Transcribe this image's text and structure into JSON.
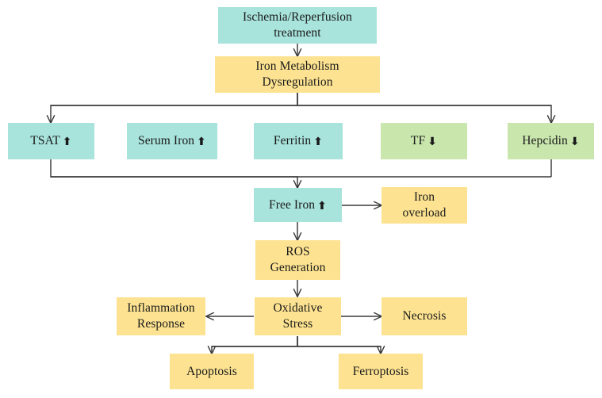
{
  "diagram": {
    "title": "Ischemia/Reperfusion iron metabolism dysregulation pathway",
    "colors": {
      "teal": "#a8e3dc",
      "yellow": "#fde391",
      "green": "#c9e7ad",
      "edge": "#3a3a3a",
      "text": "#1a1a1a",
      "background": "#ffffff"
    },
    "icons": {
      "up": "⬆",
      "down": "⬇"
    },
    "nodes": {
      "ischemia_reperfusion": {
        "label": "Ischemia/Reperfusion\ntreatment",
        "color": "teal",
        "trend": ""
      },
      "iron_metabolism": {
        "label": "Iron Metabolism\nDysregulation",
        "color": "yellow",
        "trend": ""
      },
      "tsat": {
        "label": "TSAT",
        "color": "teal",
        "trend": "⬆"
      },
      "serum_iron": {
        "label": "Serum Iron",
        "color": "teal",
        "trend": "⬆"
      },
      "ferritin": {
        "label": "Ferritin",
        "color": "teal",
        "trend": "⬆"
      },
      "tf": {
        "label": "TF",
        "color": "green",
        "trend": "⬇"
      },
      "hepcidin": {
        "label": "Hepcidin",
        "color": "green",
        "trend": "⬇"
      },
      "free_iron": {
        "label": "Free Iron",
        "color": "teal",
        "trend": "⬆"
      },
      "iron_overload": {
        "label": "Iron\noverload",
        "color": "yellow",
        "trend": ""
      },
      "ros_generation": {
        "label": "ROS\nGeneration",
        "color": "yellow",
        "trend": ""
      },
      "oxidative_stress": {
        "label": "Oxidative\nStress",
        "color": "yellow",
        "trend": ""
      },
      "inflammation_response": {
        "label": "Inflammation\nResponse",
        "color": "yellow",
        "trend": ""
      },
      "necrosis": {
        "label": "Necrosis",
        "color": "yellow",
        "trend": ""
      },
      "apoptosis": {
        "label": "Apoptosis",
        "color": "yellow",
        "trend": ""
      },
      "ferroptosis": {
        "label": "Ferroptosis",
        "color": "yellow",
        "trend": ""
      }
    },
    "edges": [
      {
        "from": "ischemia_reperfusion",
        "to": "iron_metabolism"
      },
      {
        "from": "iron_metabolism",
        "to": "tsat"
      },
      {
        "from": "iron_metabolism",
        "to": "hepcidin"
      },
      {
        "from": "tsat",
        "to": "free_iron"
      },
      {
        "from": "hepcidin",
        "to": "free_iron"
      },
      {
        "from": "free_iron",
        "to": "iron_overload"
      },
      {
        "from": "free_iron",
        "to": "ros_generation"
      },
      {
        "from": "ros_generation",
        "to": "oxidative_stress"
      },
      {
        "from": "oxidative_stress",
        "to": "inflammation_response"
      },
      {
        "from": "oxidative_stress",
        "to": "necrosis"
      },
      {
        "from": "oxidative_stress",
        "to": "apoptosis"
      },
      {
        "from": "oxidative_stress",
        "to": "ferroptosis"
      }
    ]
  }
}
